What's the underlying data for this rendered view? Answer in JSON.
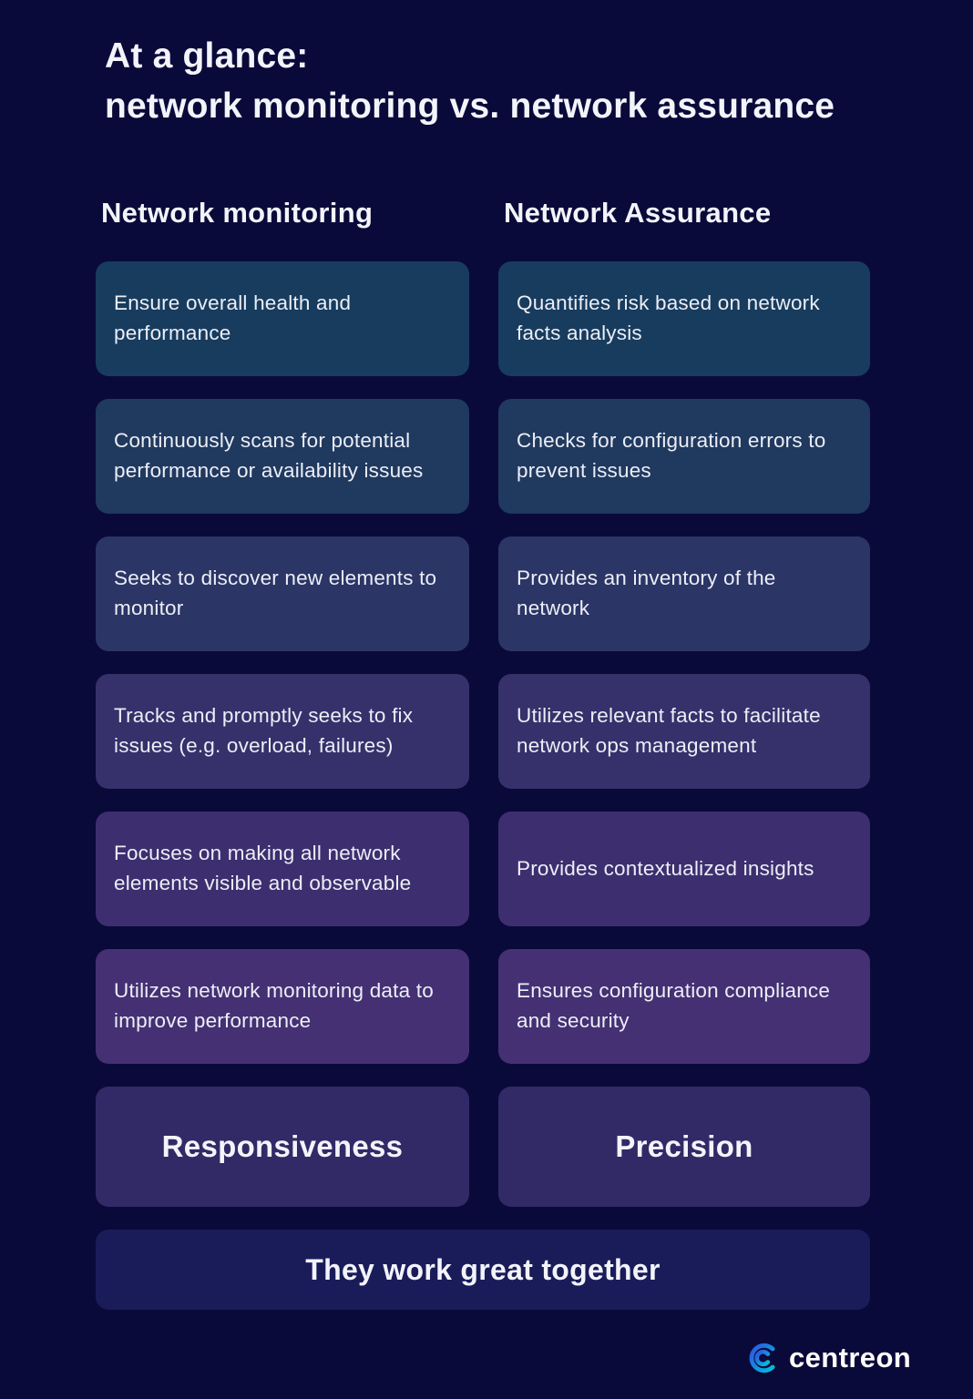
{
  "title": {
    "line1": "At a glance:",
    "line2": "network monitoring vs. network assurance"
  },
  "columns": [
    {
      "header": "Network monitoring",
      "cards": [
        "Ensure overall health and performance",
        "Continuously scans for potential performance or availability issues",
        "Seeks to discover new elements to monitor",
        "Tracks and promptly seeks to fix issues (e.g. overload, failures)",
        "Focuses on making all network elements visible and observable",
        "Utilizes network monitoring data to improve performance"
      ],
      "summary": "Responsiveness"
    },
    {
      "header": "Network Assurance",
      "cards": [
        "Quantifies risk based on network facts analysis",
        "Checks for configuration errors to prevent issues",
        "Provides an inventory of the network",
        "Utilizes relevant facts to facilitate network ops management",
        "Provides contextualized insights",
        "Ensures configuration compliance and security"
      ],
      "summary": "Precision"
    }
  ],
  "banner": "They work great together",
  "brand": {
    "name": "centreon",
    "logo_icon": "centreon-swirl-icon"
  },
  "colors": {
    "background": "#0a0a3a",
    "row_colors": [
      "#173c5e",
      "#20395f",
      "#2b3566",
      "#36316b",
      "#3d2f6f",
      "#443073"
    ],
    "summary_card": "#322a67",
    "banner_card": "#1a1c5a",
    "text": "#e9ecf4",
    "logo_blue": "#2e52e0",
    "logo_teal": "#00c0dd"
  }
}
